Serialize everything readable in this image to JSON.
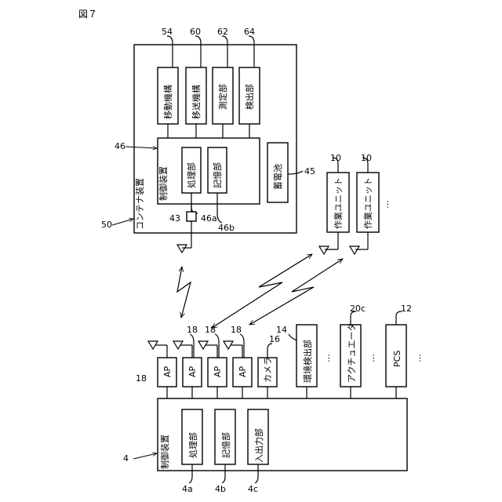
{
  "figure_label": "図７",
  "container": {
    "label": "コンテナ装置",
    "ref": "50",
    "top_units": [
      {
        "ref": "54",
        "label": "移動機構"
      },
      {
        "ref": "60",
        "label": "移送機構"
      },
      {
        "ref": "62",
        "label": "測定部"
      },
      {
        "ref": "64",
        "label": "検出部"
      }
    ],
    "controller": {
      "ref": "46",
      "label": "制御装置",
      "processing": {
        "ref": "46a",
        "label": "処理部"
      },
      "memory": {
        "ref": "46b",
        "label": "記憶部"
      }
    },
    "battery": {
      "ref": "45",
      "label": "蓄電池"
    },
    "antenna_ref": "43"
  },
  "work_units": [
    {
      "ref": "10",
      "label": "作業ユニット"
    },
    {
      "ref": "10",
      "label": "作業ユニット"
    }
  ],
  "work_units_more": "…",
  "main_controller": {
    "ref": "4",
    "label": "制御装置",
    "units": [
      {
        "ref": "4a",
        "label": "処理部"
      },
      {
        "ref": "4b",
        "label": "記憶部"
      },
      {
        "ref": "4c",
        "label": "入出力部"
      }
    ]
  },
  "peripherals": {
    "ap_ref_left": "18",
    "ap_refs_top": [
      "18",
      "18",
      "18"
    ],
    "aps": [
      "AP",
      "AP",
      "AP",
      "AP"
    ],
    "camera": {
      "ref": "16",
      "label": "カメラ"
    },
    "env_detector": {
      "ref": "14",
      "label": "環境検出部"
    },
    "actuator": {
      "ref": "20c",
      "label": "アクチュエータ"
    },
    "pcs": {
      "ref": "12",
      "label": "PCS"
    },
    "ellipses": [
      "…",
      "…",
      "…"
    ]
  }
}
